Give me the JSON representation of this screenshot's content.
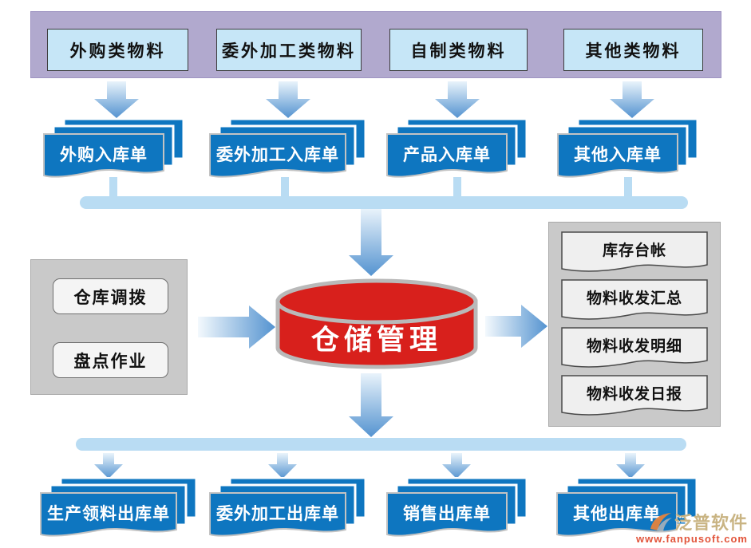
{
  "banner": {
    "items": [
      {
        "label": "外购类物料"
      },
      {
        "label": "委外加工类物料"
      },
      {
        "label": "自制类物料"
      },
      {
        "label": "其他类物料"
      }
    ]
  },
  "inbound_cards": [
    "外购入库单",
    "委外加工入库单",
    "产品入库单",
    "其他入库单"
  ],
  "center": {
    "cylinder_label": "仓储管理"
  },
  "left_panel": {
    "items": [
      "仓库调拨",
      "盘点作业"
    ]
  },
  "right_panel": {
    "items": [
      "库存台帐",
      "物料收发汇总",
      "物料收发明细",
      "物料收发日报"
    ]
  },
  "outbound_cards": [
    "生产领料出库单",
    "委外加工出库单",
    "销售出库单",
    "其他出库单"
  ],
  "watermark": {
    "brand": "泛普软件",
    "url": "www.fanpusoft.com"
  },
  "colors": {
    "banner_bg": "#b1a9ce",
    "banner_box_bg": "#c6e6f7",
    "card_blue": "#0e76c0",
    "connector_blue": "#b9dcf3",
    "panel_gray": "#c9c9c9",
    "cylinder_red": "#d8201c",
    "brand_tan": "#c9b483",
    "url_red": "#e2543a"
  }
}
